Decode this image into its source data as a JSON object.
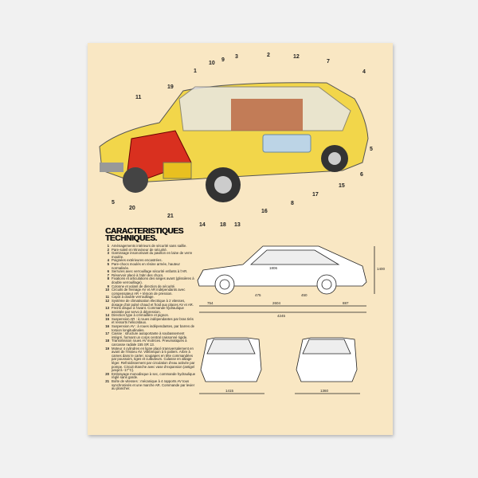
{
  "callouts": [
    "1",
    "2",
    "3",
    "4",
    "5",
    "6",
    "7",
    "8",
    "9",
    "10",
    "11",
    "12",
    "13",
    "14",
    "15",
    "16",
    "17",
    "18",
    "19",
    "20",
    "21"
  ],
  "title": [
    "CARACTERISTIQUES",
    "TECHNIQUES."
  ],
  "specs": [
    {
      "n": "1",
      "t": "Aménagements intérieurs de sécurité sans saillie."
    },
    {
      "n": "2",
      "t": "Pare-soleil et rétroviseur de sécurité."
    },
    {
      "n": "3",
      "t": "Garnissage insonorisant du pavillon en laine de verre moulée."
    },
    {
      "n": "4",
      "t": "Poignées extérieures encastrées."
    },
    {
      "n": "5",
      "t": "Pare-chocs moulés en résine armée, hauteur normalisée."
    },
    {
      "n": "6",
      "t": "Serrures avec verrouillage sécurité enfants à l'AR."
    },
    {
      "n": "7",
      "t": "Réservoir placé à l'abri des chocs."
    },
    {
      "n": "8",
      "t": "Fixations et articulations des sièges avant (glissières à double verrouillage)."
    },
    {
      "n": "9",
      "t": "Colonne et volant de direction de sécurité."
    },
    {
      "n": "10",
      "t": "Circuits de freinage AV et AR indépendants avec compensateur AR + témoin de pression."
    },
    {
      "n": "11",
      "t": "Capot à double verrouillage."
    },
    {
      "n": "12",
      "t": "Système de climatisation électrique à 2 vitesses, dosage d'air pulsé chaud et froid aux places AV et AR."
    },
    {
      "n": "13",
      "t": "Freins disque à l'avant. Commande hydraulique assistée par servo à dépression."
    },
    {
      "n": "14",
      "t": "Direction type à crémaillère et pignon."
    },
    {
      "n": "15",
      "t": "Suspension AR : à roues indépendantes par bras tirés et ressorts hélicoïdaux."
    },
    {
      "n": "16",
      "t": "Suspension AV : à roues indépendantes, par barres de torsion longitudinales."
    },
    {
      "n": "17",
      "t": "Caisse : structure autoportante à soubassement intégré, formant un corps central caissonné rigide."
    },
    {
      "n": "18",
      "t": "Transmission roues AV motrices. Pneumatiques à carcasse radiale 155 SR 13."
    },
    {
      "n": "19",
      "t": "Moteur 4 cylindres en ligne placé transversalement en avant de l'essieu AV. Vilebrequin à 5 paliers. Arbre à cames dans le carter, soupapes en tête commandées par poussoirs, tiges et culbuteurs. Culasse en alliage léger. Refroidissement par circulation d'eau activée par pompe. Circuit étanche avec vase d'expansion (antigel jusqu'à -17°C)."
    },
    {
      "n": "20",
      "t": "Embrayage monodisque à sec, commande hydraulique réglé sans garde."
    },
    {
      "n": "21",
      "t": "Boîte de vitesses : mécanique à 4 rapports AV tous synchronisés et une marche AR. Commande par levier au plancher."
    }
  ],
  "dimensions": {
    "front_overhang": "754",
    "wheelbase": "2604",
    "rear_overhang": "887",
    "length": "4245",
    "d475": "475",
    "d1806": "1806",
    "d450": "450",
    "height": "1400",
    "front_track": "1415",
    "rear_track": "1360"
  }
}
